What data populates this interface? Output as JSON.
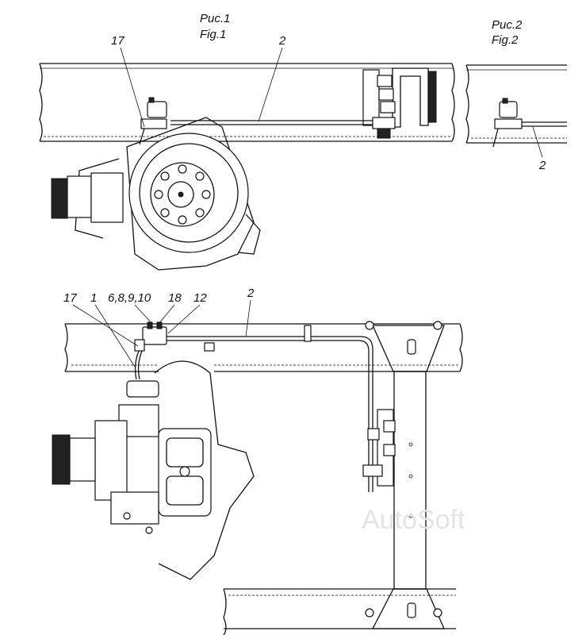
{
  "figure1": {
    "caption_ru": "Рис.1",
    "caption_en": "Fig.1",
    "callouts": [
      "17",
      "2"
    ]
  },
  "figure2": {
    "caption_ru": "Рис.2",
    "caption_en": "Fig.2",
    "callouts": [
      "2"
    ]
  },
  "figure3": {
    "callouts": [
      "17",
      "1",
      "6,8,9,10",
      "18",
      "12",
      "2"
    ]
  },
  "watermark": "AutoSoft"
}
